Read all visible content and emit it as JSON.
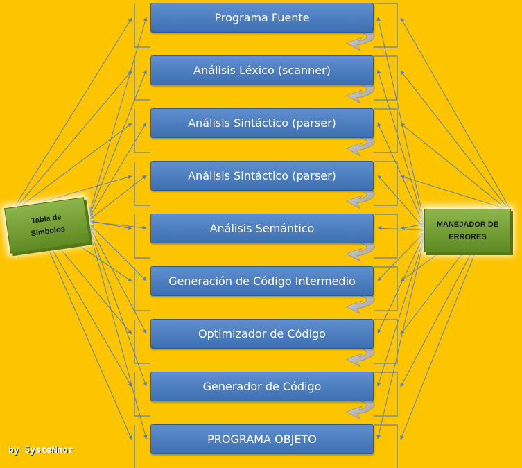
{
  "stages": [
    "Programa Fuente",
    "Análisis Léxico (scanner)",
    "Análisis Sintáctico (parser)",
    "Análisis Sintáctico (parser)",
    "Análisis Semántico",
    "Generación de Código Intermedio",
    "Optimizador de Código",
    "Generador de Código",
    "PROGRAMA OBJETO"
  ],
  "symbol_table": {
    "line1": "Tabla de",
    "line2": "Símbolos"
  },
  "error_manager": {
    "line1": "MANEJADOR DE",
    "line2": "ERRORES"
  },
  "signature": "by SysteMnor",
  "colors": {
    "background": "#FDC500",
    "stage_fill": "#4a7bbf",
    "connector": "#5b7fb4",
    "side_box_fill": "#76a33a",
    "curved_arrow": "#b0b0b0"
  }
}
